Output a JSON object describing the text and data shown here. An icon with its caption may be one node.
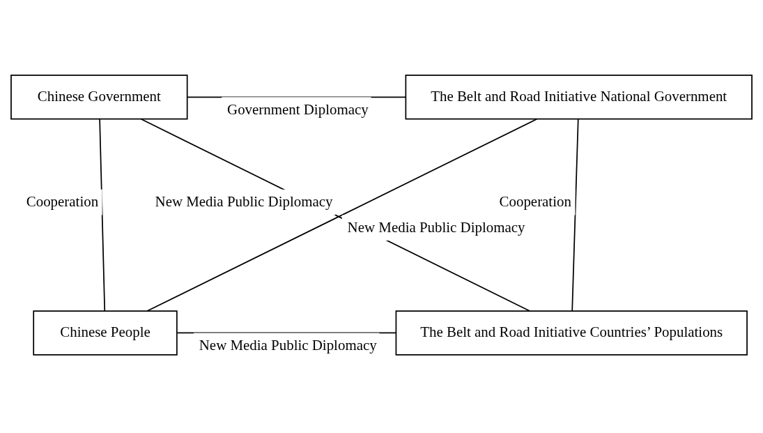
{
  "diagram": {
    "nodes": [
      {
        "text": [
          "Chinese Government"
        ]
      },
      {
        "text": [
          "The Belt and Road Initiative National Government"
        ]
      },
      {
        "text": [
          "Chinese People"
        ]
      },
      {
        "text": [
          "The Belt and Road Initiative Countries’ Populations"
        ]
      }
    ],
    "edges": [
      {
        "from": 0,
        "to": 1,
        "arrow": "none",
        "label": "Government Diplomacy"
      },
      {
        "from": 0,
        "to": 2,
        "arrow": "none",
        "label": "Cooperation"
      },
      {
        "from": 1,
        "to": 3,
        "arrow": "none",
        "label": "Cooperation"
      },
      {
        "from": 0,
        "to": 3,
        "arrow": "none",
        "label": "New Media Public Diplomacy"
      },
      {
        "from": 2,
        "to": 1,
        "arrow": "none",
        "label": "New Media Public Diplomacy"
      },
      {
        "from": 2,
        "to": 3,
        "arrow": "none",
        "label": "New Media Public Diplomacy"
      }
    ]
  }
}
